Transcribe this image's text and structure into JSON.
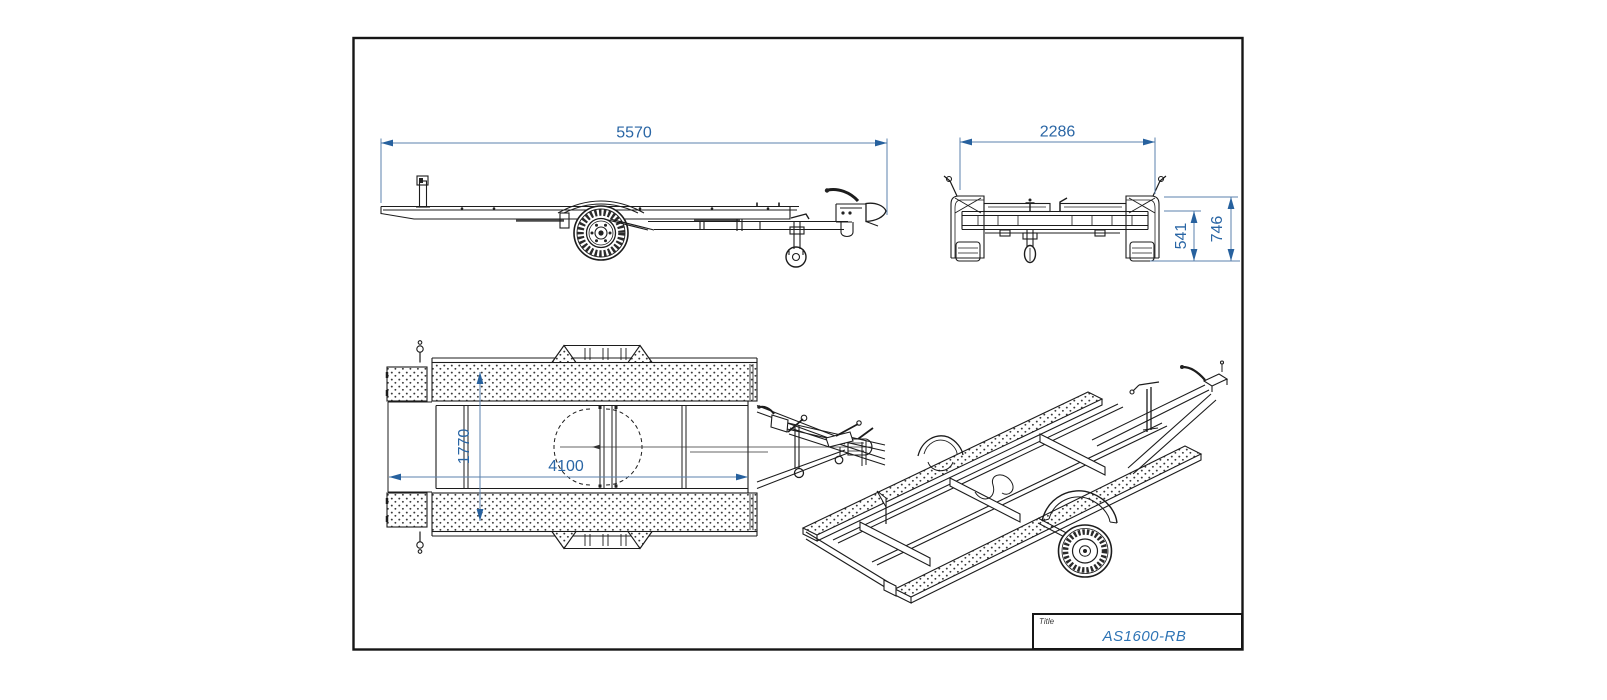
{
  "title_block": {
    "label": "Title",
    "value": "AS1600-RB",
    "value_color": "#2e74b5"
  },
  "dimensions": {
    "overall_length": "5570",
    "overall_width": "2286",
    "bed_height": "541",
    "fender_height": "746",
    "inner_width": "1770",
    "bed_length": "4100"
  },
  "style": {
    "dimension_line_color": "#5b82ad",
    "dimension_text_color": "#2a66a5",
    "drawing_line_color": "#1c1c1c",
    "frame_color": "#161616"
  }
}
